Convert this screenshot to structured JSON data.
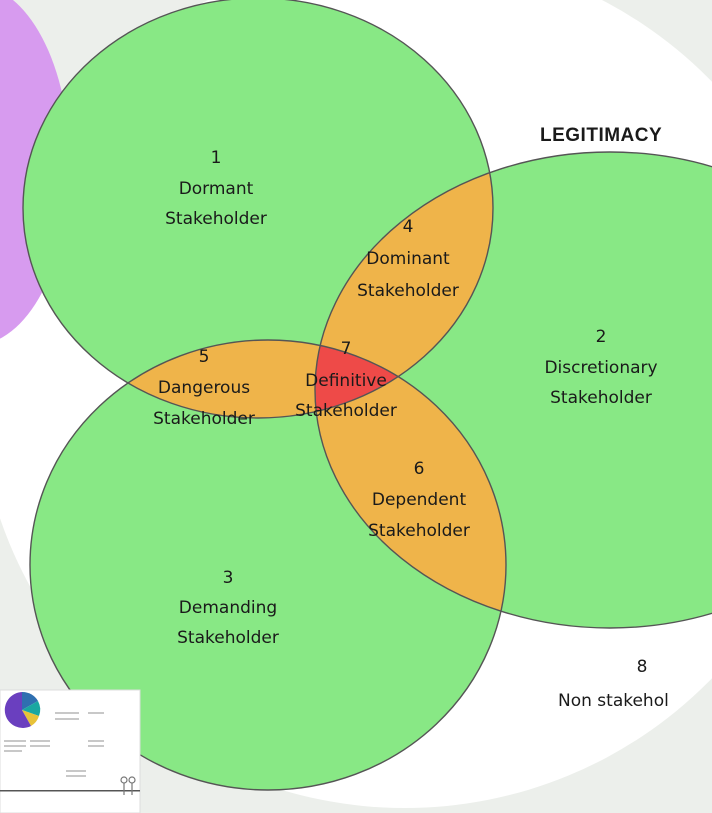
{
  "diagram": {
    "title": "LEGITIMACY",
    "regions": [
      {
        "number": "1",
        "line1": "Dormant",
        "line2": "Stakeholder"
      },
      {
        "number": "2",
        "line1": "Discretionary",
        "line2": "Stakeholder"
      },
      {
        "number": "3",
        "line1": "Demanding",
        "line2": "Stakeholder"
      },
      {
        "number": "4",
        "line1": "Dominant",
        "line2": "Stakeholder"
      },
      {
        "number": "5",
        "line1": "Dangerous",
        "line2": "Stakeholder"
      },
      {
        "number": "6",
        "line1": "Dependent",
        "line2": "Stakeholder"
      },
      {
        "number": "7",
        "line1": "Definitive",
        "line2": "Stakeholder"
      },
      {
        "number": "8",
        "line1": "Non stakehol",
        "line2": ""
      }
    ]
  },
  "colors": {
    "single": "#88e885",
    "pair": "#efb44a",
    "triple": "#ee4a48",
    "outline": "#555555",
    "white_panel": "#ffffff",
    "purple_shape": "#d79bef",
    "background": "#ecefeb"
  }
}
